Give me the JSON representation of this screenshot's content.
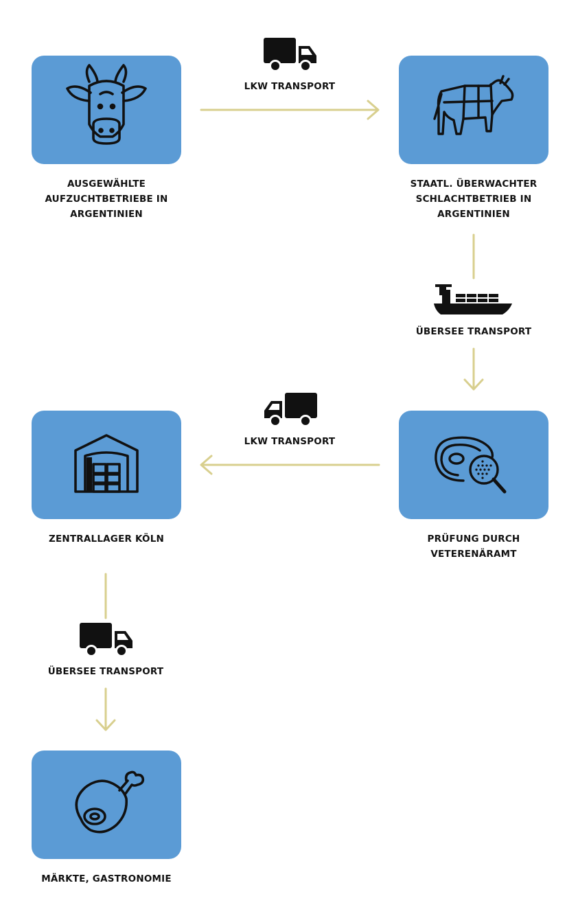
{
  "nodes": {
    "farm": {
      "label": "AUSGEWÄHLTE AUFZUCHTBETRIEBE IN ARGENTINIEN",
      "icon": "cow-head-icon"
    },
    "slaughterhouse": {
      "label": "STAATL. ÜBERWACHTER SCHLACHTBETRIEB IN ARGENTINIEN",
      "icon": "beef-cuts-icon"
    },
    "inspection": {
      "label": "PRÜFUNG DURCH VETERENÄRAMT",
      "icon": "meat-inspection-icon"
    },
    "warehouse": {
      "label": "ZENTRALLAGER KÖLN",
      "icon": "warehouse-icon"
    },
    "markets": {
      "label": "MÄRKTE, GASTRONOMIE",
      "icon": "ham-icon"
    }
  },
  "transports": {
    "t1": {
      "label": "LKW TRANSPORT",
      "icon": "truck-icon"
    },
    "t2": {
      "label": "ÜBERSEE TRANSPORT",
      "icon": "ship-icon"
    },
    "t3": {
      "label": "LKW TRANSPORT",
      "icon": "truck-icon"
    },
    "t4": {
      "label": "ÜBERSEE TRANSPORT",
      "icon": "truck-icon"
    }
  },
  "colors": {
    "node": "#5b9bd5",
    "arrow": "#d8cf8e",
    "ink": "#111111"
  }
}
